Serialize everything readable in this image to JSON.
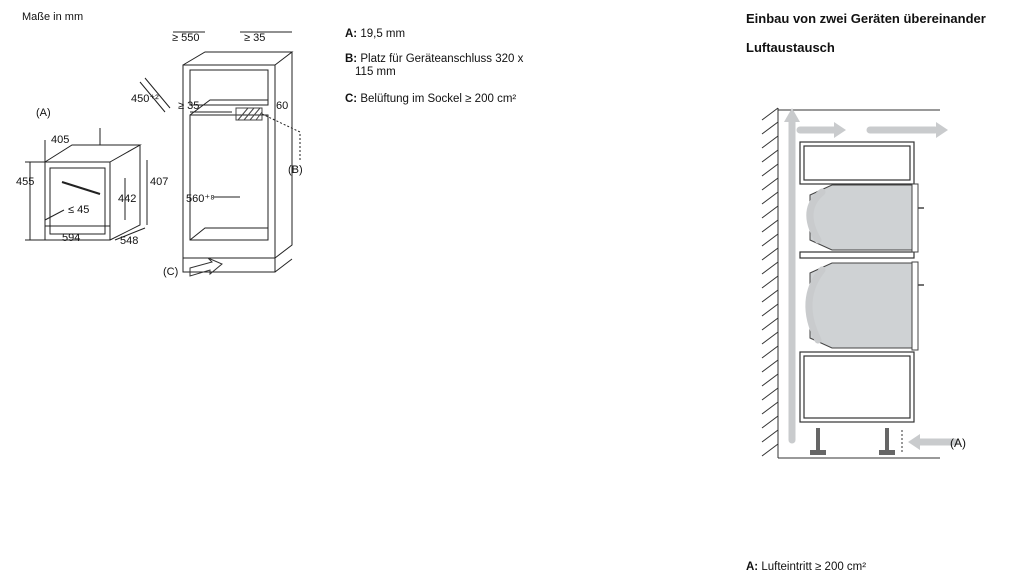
{
  "left": {
    "caption": "Maße in mm",
    "dims": {
      "d550": "≥ 550",
      "d35top": "≥ 35",
      "d450": "450⁺²",
      "d35mid": "≥ 35",
      "d60": "60",
      "labelA": "(A)",
      "labelB": "(B)",
      "labelC": "(C)",
      "d405": "405",
      "d455": "455",
      "d407": "407",
      "d442": "442",
      "d45": "≤ 45",
      "d594": "594",
      "d548": "548",
      "d560": "560⁺⁸"
    }
  },
  "legend": [
    {
      "key": "A:",
      "text": "19,5 mm"
    },
    {
      "key": "B:",
      "text": "Platz für Geräteanschluss 320 x",
      "text2": "115 mm"
    },
    {
      "key": "C:",
      "text": "Belüftung im Sockel ≥ 200 cm²"
    }
  ],
  "right": {
    "title": "Einbau von zwei Geräten übereinander",
    "subtitle": "Luftaustausch",
    "labelA": "(A)",
    "footnote_key": "A:",
    "footnote_text": "Lufteintritt ≥ 200 cm²"
  }
}
